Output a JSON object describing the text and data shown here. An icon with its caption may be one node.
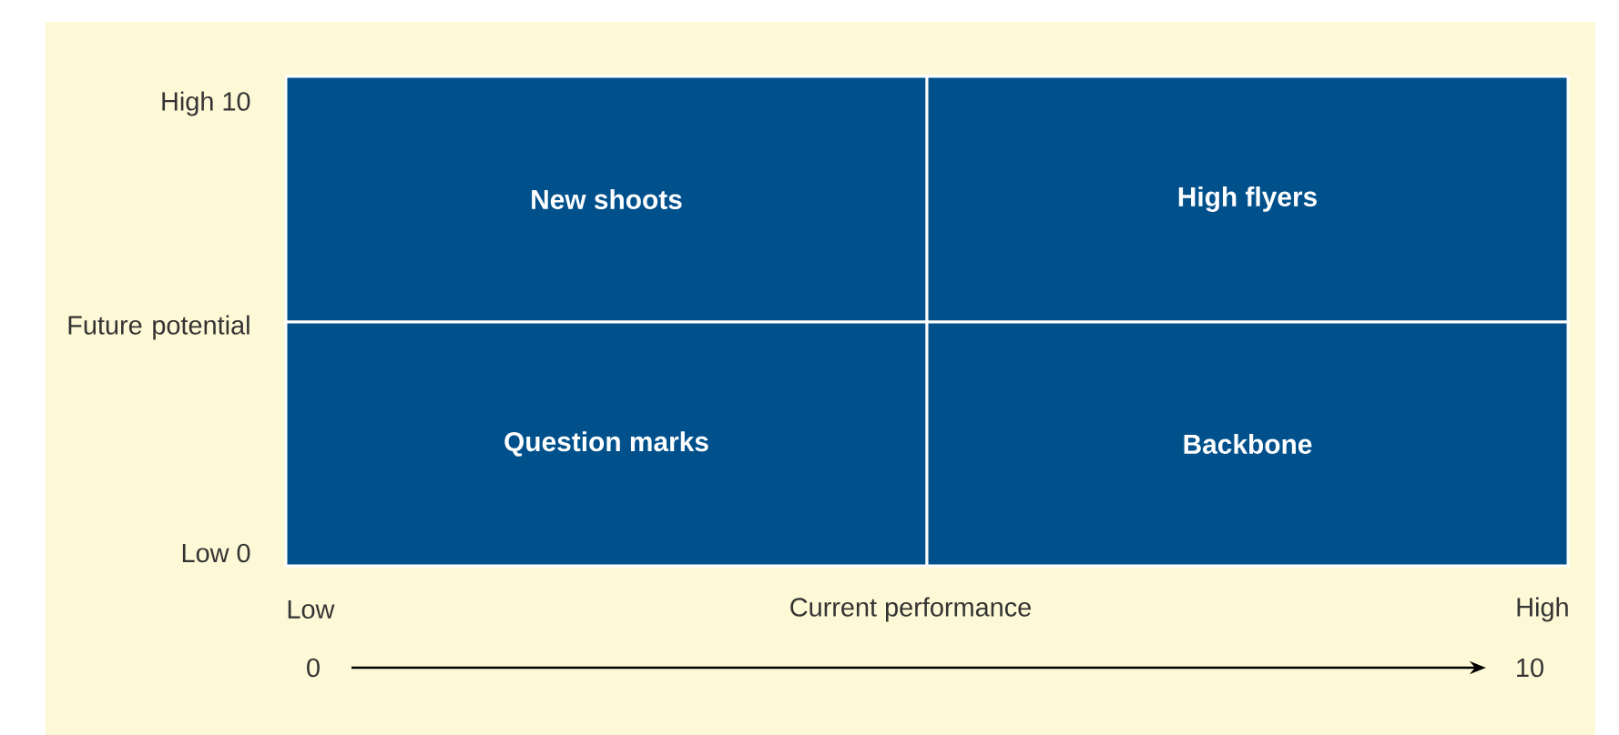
{
  "diagram": {
    "nodes": [
      {
        "text": [
          "New shoots"
        ]
      },
      {
        "text": [
          "High flyers"
        ]
      },
      {
        "text": [
          "Question marks"
        ]
      },
      {
        "text": [
          "Backbone"
        ]
      }
    ],
    "labels": [
      "High 10",
      "Future potential",
      "Low 0",
      "Low",
      "Current performance",
      "High",
      "0",
      "10"
    ]
  }
}
